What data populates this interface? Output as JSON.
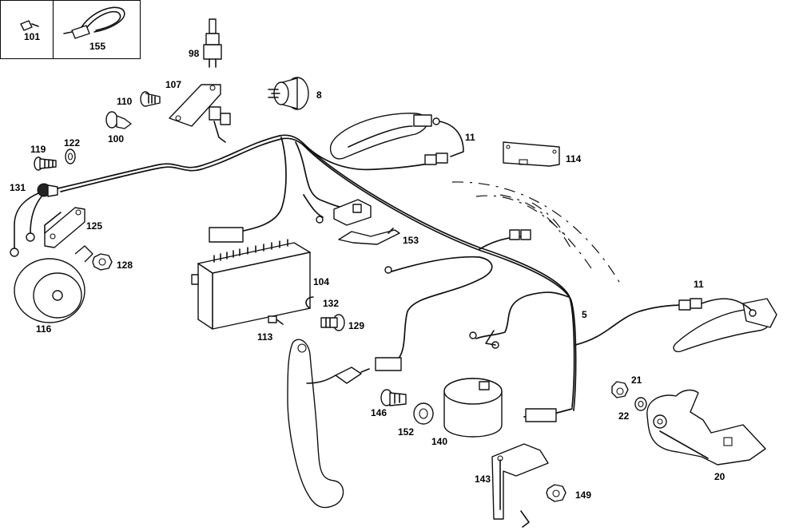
{
  "diagram": {
    "callouts": {
      "p101": "101",
      "p155": "155",
      "p98": "98",
      "p8": "8",
      "p107": "107",
      "p110": "110",
      "p100": "100",
      "p119": "119",
      "p122": "122",
      "p131": "131",
      "p125": "125",
      "p128": "128",
      "p116": "116",
      "p11a": "11",
      "p114": "114",
      "p153": "153",
      "p104": "104",
      "p132": "132",
      "p129": "129",
      "p113": "113",
      "p11b": "11",
      "p5": "5",
      "p21": "21",
      "p22": "22",
      "p20": "20",
      "p146": "146",
      "p152": "152",
      "p140": "140",
      "p143": "143",
      "p149": "149"
    }
  }
}
